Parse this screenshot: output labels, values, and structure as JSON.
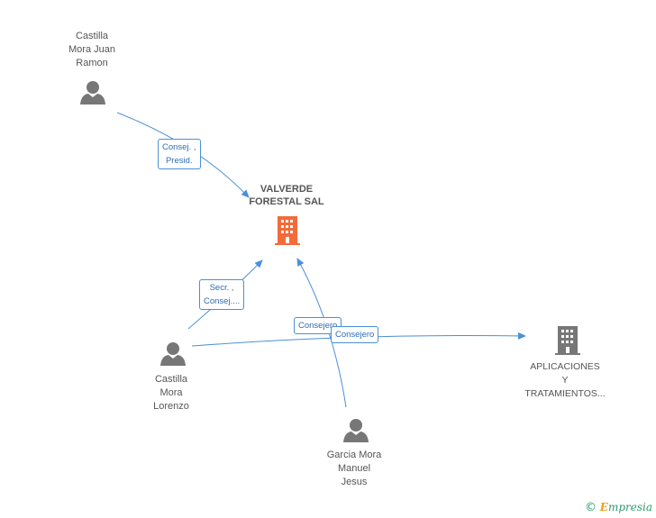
{
  "center": {
    "title_lines": [
      "VALVERDE",
      "FORESTAL SAL"
    ],
    "color": "#f26b3a"
  },
  "nodes": {
    "juan": {
      "lines": [
        "Castilla",
        "Mora Juan",
        "Ramon"
      ]
    },
    "lorenzo": {
      "lines": [
        "Castilla",
        "Mora",
        "Lorenzo"
      ]
    },
    "manuel": {
      "lines": [
        "Garcia Mora",
        "Manuel",
        "Jesus"
      ]
    },
    "aplicaciones": {
      "lines": [
        "APLICACIONES",
        "Y",
        "TRATAMIENTOS..."
      ]
    }
  },
  "edges": {
    "juan_center": {
      "lines": [
        "Consej. ,",
        "Presid."
      ]
    },
    "lorenzo_center": {
      "lines": [
        "Secr. ,",
        "Consej...."
      ]
    },
    "manuel_center": {
      "lines": [
        "Consejero"
      ]
    },
    "lorenzo_aplicaciones": {
      "lines": [
        "Consejero"
      ]
    }
  },
  "colors": {
    "person": "#777777",
    "company": "#777777",
    "edge": "#4a90d9"
  },
  "brand": {
    "symbol": "©",
    "initial": "E",
    "rest": "mpresia"
  }
}
